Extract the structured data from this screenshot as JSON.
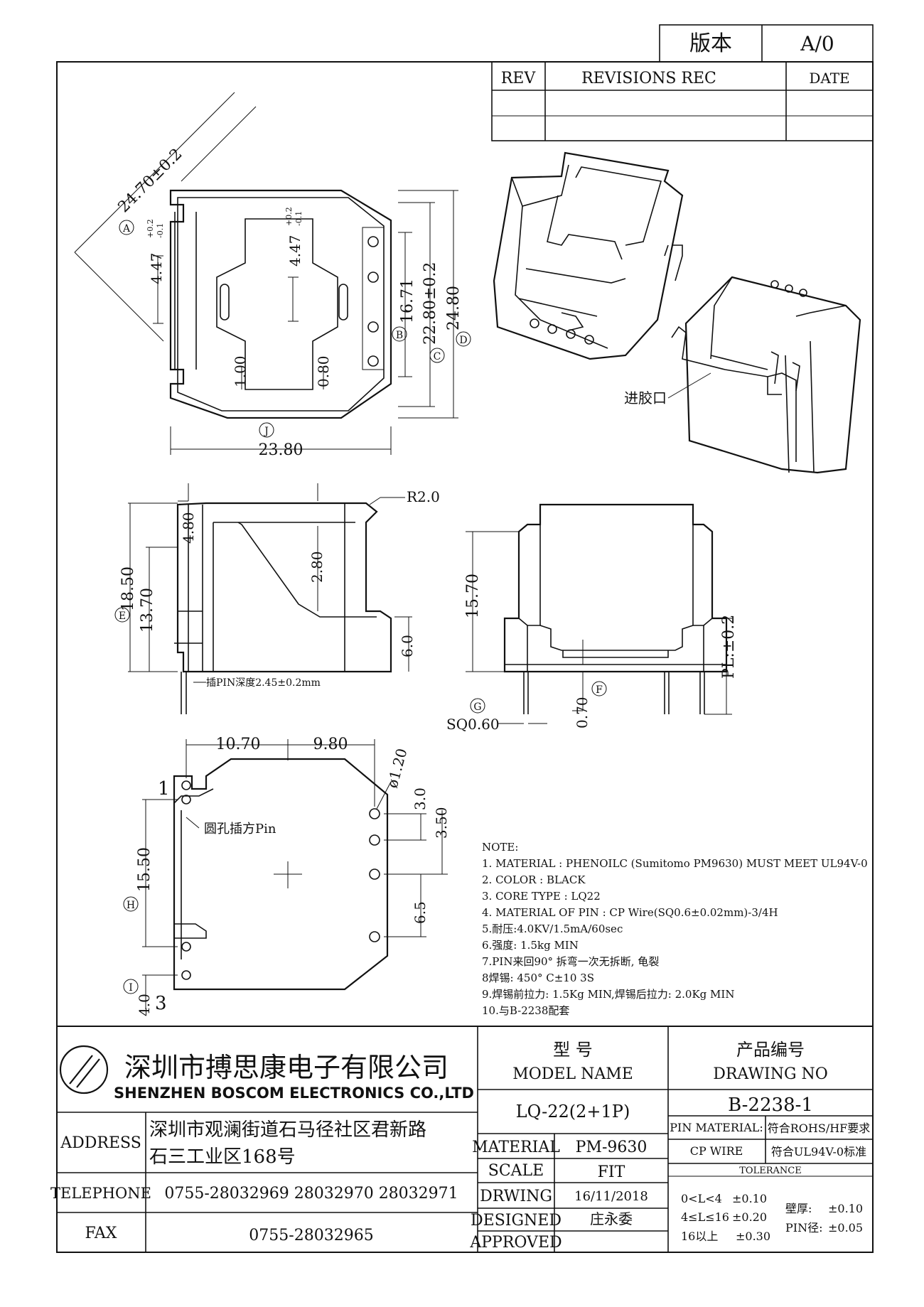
{
  "version_box": {
    "label": "版本",
    "value": "A/0"
  },
  "revisions": {
    "rev_header": "REV",
    "rec_header": "REVISIONS REC",
    "date_header": "DATE"
  },
  "top_view": {
    "diag": "24.70±0.2",
    "pin_pitch_left": "4.47",
    "pin_pitch_right": "4.47",
    "tol_plus": "+0.2",
    "tol_minus": "-0.1",
    "height_1": "16.71",
    "height_2": "22.80±0.2",
    "height_3": "24.80",
    "slot_1": "1.00",
    "slot_2": "0.80",
    "width": "23.80",
    "markers": [
      "A",
      "B",
      "C",
      "D",
      "J"
    ]
  },
  "side_view": {
    "radius": "R2.0",
    "dim_a": "4.80",
    "dim_b": "2.80",
    "dim_c": "18.50",
    "dim_d": "13.70",
    "dim_e": "6.0",
    "marker": "E",
    "pin_depth": "插PIN深度2.45±0.2mm"
  },
  "front_view": {
    "height": "15.70",
    "pl": "PL:±0.2",
    "pin_len": "0.70",
    "sq": "SQ0.60",
    "markers": [
      "G",
      "F"
    ]
  },
  "bottom_view": {
    "dim_left": "10.70",
    "dim_right": "9.80",
    "hole": "ø1.20",
    "dim_30": "3.0",
    "dim_35": "3.50",
    "dim_155": "15.50",
    "dim_65": "6.5",
    "dim_40": "4.0",
    "pin_1": "1",
    "pin_3": "3",
    "note": "圆孔插方Pin",
    "markers": [
      "H",
      "I"
    ]
  },
  "iso_label": "进胶口",
  "notes": {
    "title": "NOTE:",
    "lines": [
      "1. MATERIAL : PHENOILC (Sumitomo PM9630) MUST MEET UL94V-0",
      "2. COLOR : BLACK",
      "3. CORE TYPE : LQ22",
      "4. MATERIAL OF PIN : CP Wire(SQ0.6±0.02mm)-3/4H",
      "5.耐压:4.0KV/1.5mA/60sec",
      "6.强度: 1.5kg MIN",
      "7.PIN来回90° 拆弯一次无拆断, 龟裂",
      "8焊锡: 450° C±10 3S",
      "9.焊锡前拉力: 1.5Kg MIN,焊锡后拉力: 2.0Kg MIN",
      "10.与B-2238配套"
    ]
  },
  "title_block": {
    "company_cn": "深圳市搏思康电子有限公司",
    "company_en": "SHENZHEN BOSCOM ELECTRONICS CO.,LTD",
    "address_label": "ADDRESS",
    "address_line1": "深圳市观澜街道石马径社区君新路",
    "address_line2": "石三工业区168号",
    "telephone_label": "TELEPHONE",
    "telephone": "0755-28032969 28032970 28032971",
    "fax_label": "FAX",
    "fax": "0755-28032965",
    "model_label_cn": "型 号",
    "model_label_en": "MODEL NAME",
    "model": "LQ-22(2+1P)",
    "drawing_no_label_cn": "产品编号",
    "drawing_no_label_en": "DRAWING NO",
    "drawing_no": "B-2238-1",
    "material_label": "MATERIAL",
    "material": "PM-9630",
    "scale_label": "SCALE",
    "scale": "FIT",
    "drawing_label": "DRWING",
    "drawing_date": "16/11/2018",
    "designed_label": "DESIGNED",
    "designed": "庄永委",
    "approved_label": "APPROVED",
    "pin_material_label": "PIN MATERIAL:",
    "pin_material": "CP WIRE",
    "rohs": "符合ROHS/HF要求",
    "ul": "符合UL94V-0标准",
    "tolerance_label": "TOLERANCE",
    "tol_1": "0<L<4",
    "tol_1v": "±0.10",
    "tol_2": "4≤L≤16",
    "tol_2v": "±0.20",
    "tol_3": "16以上",
    "tol_3v": "±0.30",
    "wall_label": "壁厚:",
    "wall_value": "±0.10",
    "pin_dia_label": "PIN径:",
    "pin_dia_value": "±0.05"
  }
}
